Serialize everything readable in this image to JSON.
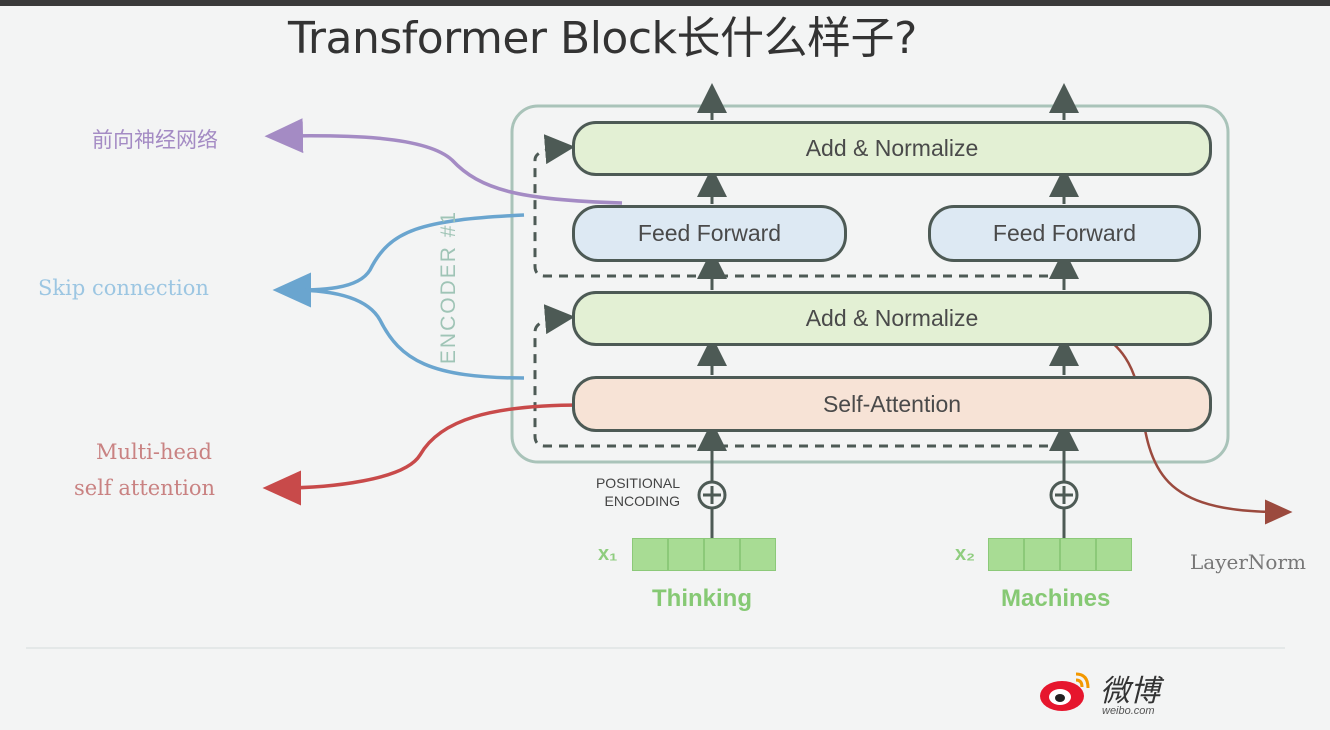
{
  "title": "Transformer Block长什么样子?",
  "encoder_label": "ENCODER #1",
  "blocks": {
    "add_normalize_top": "Add & Normalize",
    "feed_forward_left": "Feed Forward",
    "feed_forward_right": "Feed Forward",
    "add_normalize_bottom": "Add & Normalize",
    "self_attention": "Self-Attention"
  },
  "positional_encoding": [
    "POSITIONAL",
    "ENCODING"
  ],
  "inputs": [
    {
      "label": "x₁",
      "word": "Thinking"
    },
    {
      "label": "x₂",
      "word": "Machines"
    }
  ],
  "annotations": {
    "ffn": "前向神经网络",
    "skip": "Skip connection",
    "mha_line1": "Multi-head",
    "mha_line2": "self attention",
    "layernorm": "LayerNorm"
  },
  "colors": {
    "ffn": "#a48bc4",
    "skip": "#6aa5cf",
    "mha": "#c84a4a",
    "layernorm": "#9b4a3e"
  },
  "watermark": {
    "text": "微博",
    "url": "weibo.com"
  }
}
